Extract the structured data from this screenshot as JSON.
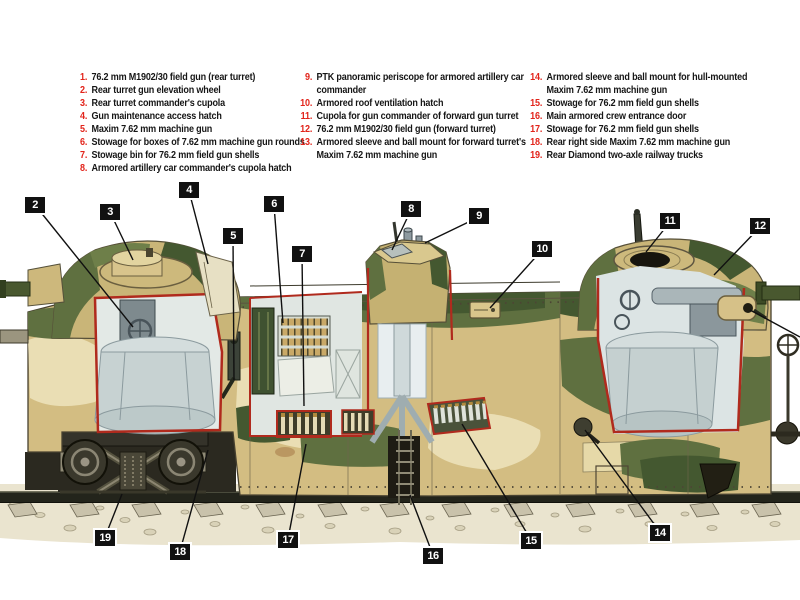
{
  "legend": {
    "col1": [
      {
        "num": "1.",
        "text": "76.2 mm M1902/30 field gun (rear turret)"
      },
      {
        "num": "2.",
        "text": "Rear turret gun elevation wheel"
      },
      {
        "num": "3.",
        "text": "Rear turret commander's cupola"
      },
      {
        "num": "4.",
        "text": "Gun maintenance access hatch"
      },
      {
        "num": "5.",
        "text": "Maxim 7.62 mm machine gun"
      },
      {
        "num": "6.",
        "text": "Stowage for boxes of 7.62 mm machine gun rounds"
      },
      {
        "num": "7.",
        "text": "Stowage bin for 76.2 mm field gun shells"
      },
      {
        "num": "8.",
        "text": "Armored artillery car commander's cupola hatch"
      }
    ],
    "col2": [
      {
        "num": "9.",
        "text": "PTK panoramic periscope for armored artillery  car commander"
      },
      {
        "num": "10.",
        "text": "Armored roof ventilation hatch"
      },
      {
        "num": "11.",
        "text": "Cupola for gun commander of forward gun turret"
      },
      {
        "num": "12.",
        "text": "76.2 mm M1902/30 field gun (forward turret)"
      },
      {
        "num": "13.",
        "text": "Armored sleeve and ball mount for forward turret's Maxim 7.62 mm machine gun"
      }
    ],
    "col3": [
      {
        "num": "14.",
        "text": "Armored sleeve and ball mount for hull-mounted Maxim 7.62 mm machine gun"
      },
      {
        "num": "15.",
        "text": "Stowage for 76.2 mm field gun shells"
      },
      {
        "num": "16.",
        "text": "Main armored crew entrance door"
      },
      {
        "num": "17.",
        "text": "Stowage for 76.2 mm field gun shells"
      },
      {
        "num": "18.",
        "text": "Rear right side Maxim 7.62 mm machine gun"
      },
      {
        "num": "19.",
        "text": "Rear Diamond two-axle railway trucks"
      }
    ]
  },
  "callouts": {
    "labels": [
      "2",
      "3",
      "4",
      "5",
      "6",
      "7",
      "8",
      "9",
      "10",
      "11",
      "12",
      "14",
      "15",
      "16",
      "17",
      "18",
      "19"
    ]
  },
  "colors": {
    "legend_number": "#e2231a",
    "legend_text": "#161616",
    "callout_bg": "#111111",
    "callout_text": "#ffffff",
    "cutaway_red": "#b02a1d",
    "camo_olive": "#5f7040",
    "camo_dark_olive": "#445830",
    "hull_tan": "#d3bd82",
    "hull_cream": "#eadeb4",
    "interior_steel": "#e0e7e5",
    "barrel_green": "#49582f"
  }
}
